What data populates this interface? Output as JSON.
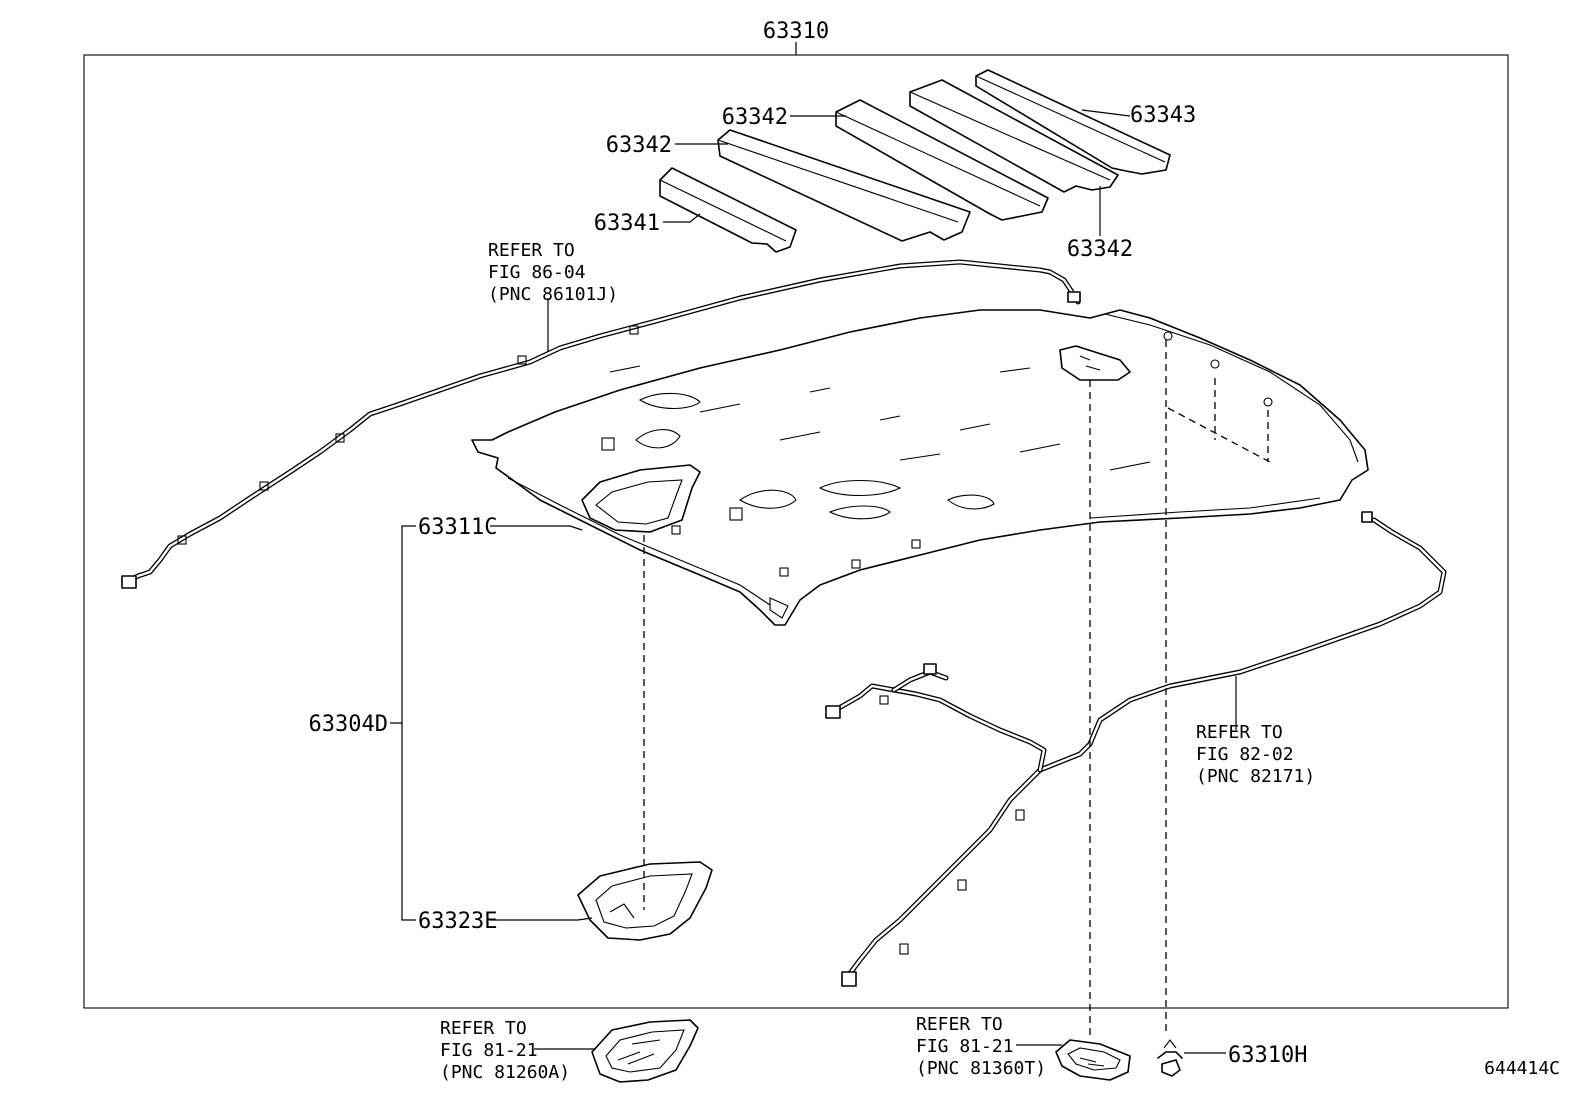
{
  "labels": {
    "p63310": "63310",
    "p63342_top": "63342",
    "p63342_left": "63342",
    "p63343": "63343",
    "p63342_right": "63342",
    "p63341": "63341",
    "p63311c": "63311C",
    "p63304d": "63304D",
    "p63323e": "63323E",
    "p63310h": "63310H"
  },
  "refs": {
    "antenna_cable": [
      "REFER TO",
      "FIG 86-04",
      "(PNC 86101J)"
    ],
    "roof_harness": [
      "REFER TO",
      "FIG 82-02",
      "(PNC 82171)"
    ],
    "map_lamp": [
      "REFER TO",
      "FIG 81-21",
      "(PNC 81260A)"
    ],
    "room_lamp": [
      "REFER TO",
      "FIG 81-21",
      "(PNC 81360T)"
    ]
  },
  "illustration_code": "644414C"
}
